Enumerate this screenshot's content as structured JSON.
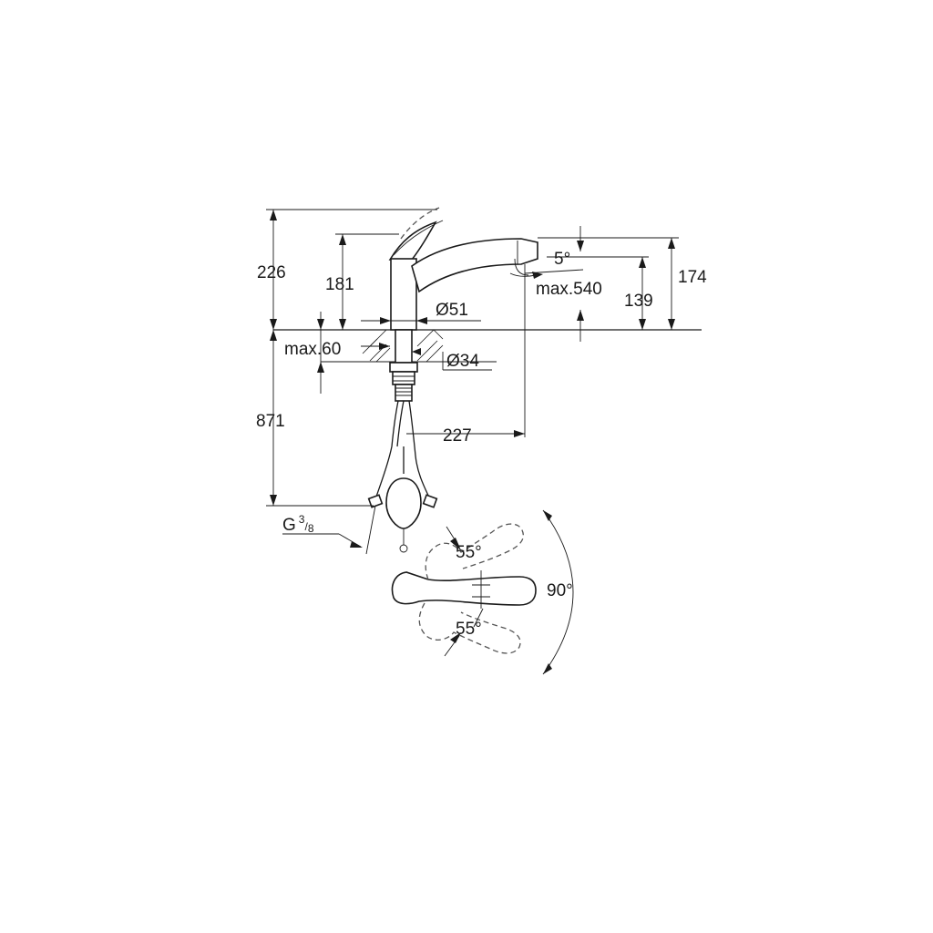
{
  "dimensions": {
    "total_height": "226",
    "lever_height": "181",
    "spout_height_max": "174",
    "spout_height": "139",
    "spout_angle": "5°",
    "hose_extension": "max.540",
    "deck_thickness": "max.60",
    "base_diameter": "Ø51",
    "hole_diameter": "Ø34",
    "hose_length": "871",
    "spout_reach": "227",
    "connection": {
      "main": "G",
      "num": "3",
      "den": "8"
    }
  },
  "rotation": {
    "lever_upper": "55°",
    "lever_lower": "55°",
    "total": "90°"
  }
}
